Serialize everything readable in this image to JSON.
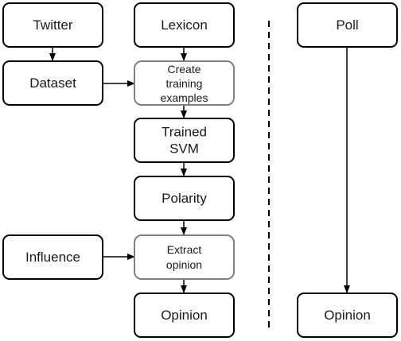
{
  "nodes": {
    "twitter": "Twitter",
    "lexicon": "Lexicon",
    "poll": "Poll",
    "dataset": "Dataset",
    "create_training": [
      "Create",
      "training",
      "examples"
    ],
    "trained_svm": [
      "Trained",
      "SVM"
    ],
    "polarity": "Polarity",
    "influence": "Influence",
    "extract_opinion": [
      "Extract",
      "opinion"
    ],
    "opinion_left": "Opinion",
    "opinion_right": "Opinion"
  }
}
